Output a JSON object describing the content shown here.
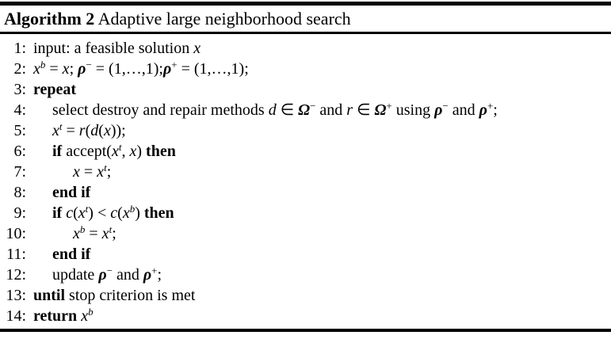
{
  "header": {
    "label": "Algorithm 2",
    "title": "Adaptive large neighborhood search"
  },
  "colors": {
    "text": "#000000",
    "background": "#ffffff",
    "rule": "#000000"
  },
  "algorithm": {
    "lines": [
      {
        "no": "1:",
        "indent": 0,
        "segments": [
          [
            "r",
            "input: a feasible solution "
          ],
          [
            "i",
            "x"
          ]
        ]
      },
      {
        "no": "2:",
        "indent": 0,
        "segments": [
          [
            "i",
            "x"
          ],
          [
            "sup",
            "b"
          ],
          [
            "r",
            " = "
          ],
          [
            "i",
            "x"
          ],
          [
            "r",
            "; "
          ],
          [
            "bi",
            "ρ"
          ],
          [
            "supr",
            "−"
          ],
          [
            "r",
            " = (1,…,1);"
          ],
          [
            "bi",
            "ρ"
          ],
          [
            "supr",
            "+"
          ],
          [
            "r",
            " = (1,…,1);"
          ]
        ]
      },
      {
        "no": "3:",
        "indent": 0,
        "segments": [
          [
            "b",
            "repeat"
          ]
        ]
      },
      {
        "no": "4:",
        "indent": 1,
        "segments": [
          [
            "r",
            "select destroy and repair methods "
          ],
          [
            "i",
            "d"
          ],
          [
            "r",
            " ∈ "
          ],
          [
            "bi",
            "Ω"
          ],
          [
            "supr",
            "−"
          ],
          [
            "r",
            " and "
          ],
          [
            "i",
            "r"
          ],
          [
            "r",
            " ∈ "
          ],
          [
            "bi",
            "Ω"
          ],
          [
            "supr",
            "+"
          ],
          [
            "r",
            " using "
          ],
          [
            "bi",
            "ρ"
          ],
          [
            "supr",
            "−"
          ],
          [
            "r",
            " and "
          ],
          [
            "bi",
            "ρ"
          ],
          [
            "supr",
            "+"
          ],
          [
            "r",
            ";"
          ]
        ]
      },
      {
        "no": "5:",
        "indent": 1,
        "segments": [
          [
            "i",
            "x"
          ],
          [
            "sup",
            "t"
          ],
          [
            "r",
            " = "
          ],
          [
            "i",
            "r"
          ],
          [
            "r",
            "("
          ],
          [
            "i",
            "d"
          ],
          [
            "r",
            "("
          ],
          [
            "i",
            "x"
          ],
          [
            "r",
            "));"
          ]
        ]
      },
      {
        "no": "6:",
        "indent": 1,
        "segments": [
          [
            "b",
            "if"
          ],
          [
            "r",
            " accept("
          ],
          [
            "i",
            "x"
          ],
          [
            "sup",
            "t"
          ],
          [
            "r",
            ", "
          ],
          [
            "i",
            "x"
          ],
          [
            "r",
            ") "
          ],
          [
            "b",
            "then"
          ]
        ]
      },
      {
        "no": "7:",
        "indent": 2,
        "segments": [
          [
            "i",
            "x"
          ],
          [
            "r",
            " = "
          ],
          [
            "i",
            "x"
          ],
          [
            "sup",
            "t"
          ],
          [
            "r",
            ";"
          ]
        ]
      },
      {
        "no": "8:",
        "indent": 1,
        "segments": [
          [
            "b",
            "end if"
          ]
        ]
      },
      {
        "no": "9:",
        "indent": 1,
        "segments": [
          [
            "b",
            "if"
          ],
          [
            "r",
            " "
          ],
          [
            "i",
            "c"
          ],
          [
            "r",
            "("
          ],
          [
            "i",
            "x"
          ],
          [
            "sup",
            "t"
          ],
          [
            "r",
            ") < "
          ],
          [
            "i",
            "c"
          ],
          [
            "r",
            "("
          ],
          [
            "i",
            "x"
          ],
          [
            "sup",
            "b"
          ],
          [
            "r",
            ") "
          ],
          [
            "b",
            "then"
          ]
        ]
      },
      {
        "no": "10:",
        "indent": 2,
        "segments": [
          [
            "i",
            "x"
          ],
          [
            "sup",
            "b"
          ],
          [
            "r",
            " = "
          ],
          [
            "i",
            "x"
          ],
          [
            "sup",
            "t"
          ],
          [
            "r",
            ";"
          ]
        ]
      },
      {
        "no": "11:",
        "indent": 1,
        "segments": [
          [
            "b",
            "end if"
          ]
        ]
      },
      {
        "no": "12:",
        "indent": 1,
        "segments": [
          [
            "r",
            "update "
          ],
          [
            "bi",
            "ρ"
          ],
          [
            "supr",
            "−"
          ],
          [
            "r",
            " and "
          ],
          [
            "bi",
            "ρ"
          ],
          [
            "supr",
            "+"
          ],
          [
            "r",
            ";"
          ]
        ]
      },
      {
        "no": "13:",
        "indent": 0,
        "segments": [
          [
            "b",
            "until"
          ],
          [
            "r",
            " stop criterion is met"
          ]
        ]
      },
      {
        "no": "14:",
        "indent": 0,
        "segments": [
          [
            "b",
            "return "
          ],
          [
            "i",
            "x"
          ],
          [
            "sup",
            "b"
          ]
        ]
      }
    ]
  }
}
